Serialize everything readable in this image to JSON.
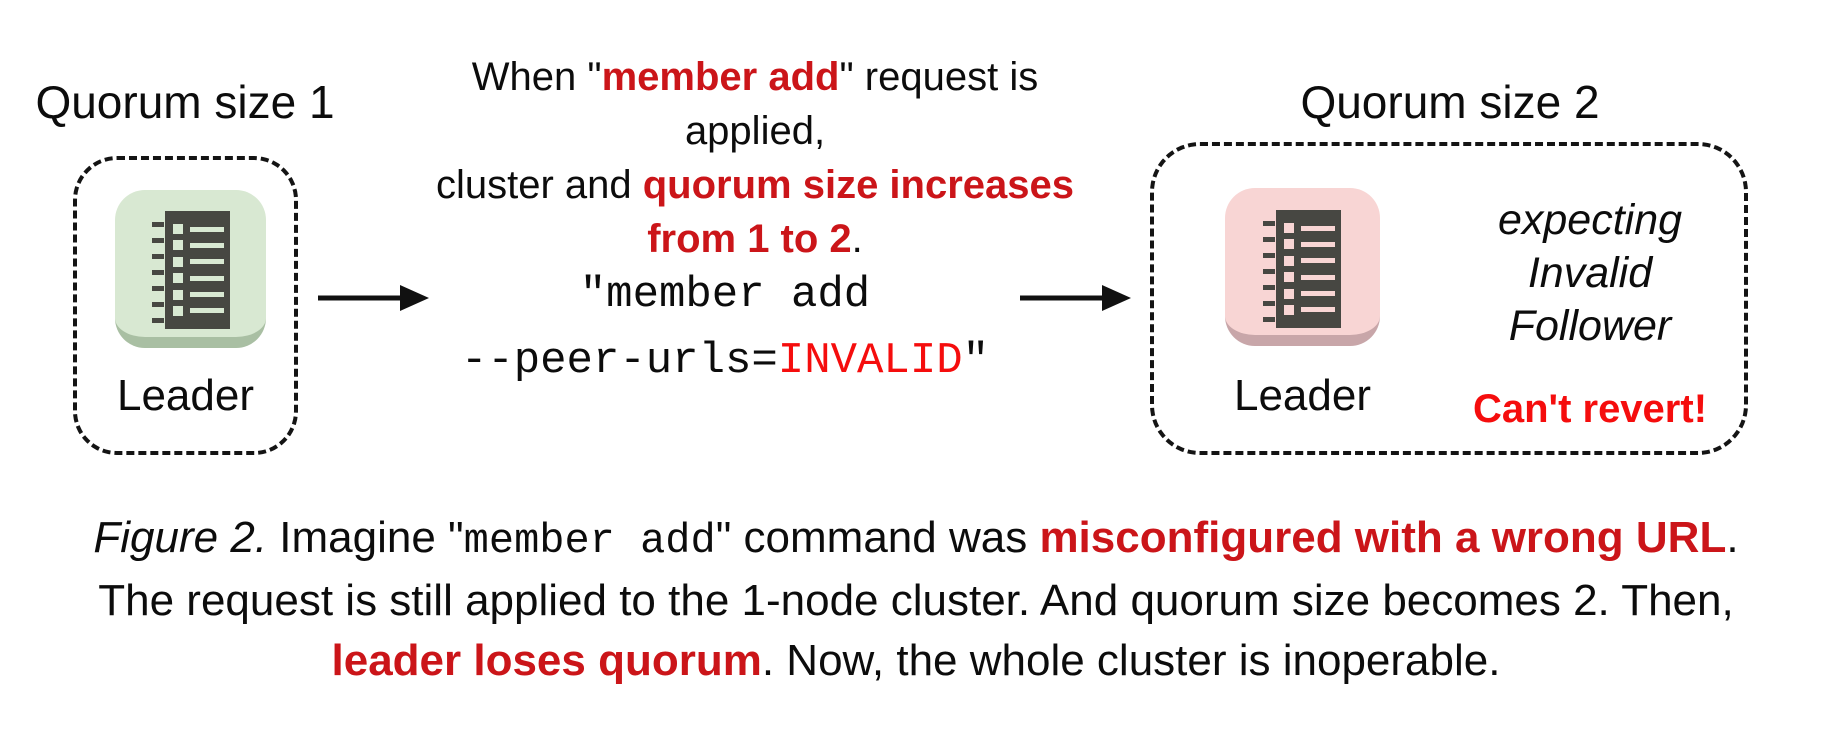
{
  "left_cluster": {
    "title": "Quorum size 1",
    "node_label": "Leader"
  },
  "annotation": {
    "l1_pre": "When \"",
    "l1_red": "member add",
    "l1_post": "\" request is applied,",
    "l2_pre": "cluster and ",
    "l2_red": "quorum size increases",
    "l3_red": "from 1 to 2",
    "l3_post": "."
  },
  "command": {
    "line1": "\"member add",
    "line2_pre": "--peer-urls=",
    "line2_red": "INVALID",
    "line2_post": "\""
  },
  "right_cluster": {
    "title": "Quorum size 2",
    "node_label": "Leader",
    "expecting_lines": [
      "expecting",
      "Invalid",
      "Follower"
    ],
    "warning": "Can't revert!"
  },
  "caption": {
    "figure_label": "Figure 2.",
    "l1_a": " Imagine \"",
    "l1_code": "member add",
    "l1_b": "\" command was ",
    "l1_red": "misconfigured with a wrong URL",
    "l1_c": ".",
    "line2": "The request is still applied to the 1-node cluster. And quorum size becomes 2. Then,",
    "l3_red": "leader loses quorum",
    "l3_a": ". Now, the whole cluster is inoperable."
  },
  "colors": {
    "highlight_red": "#cb1519",
    "bright_red": "#f50d0d",
    "tile_green": "#d8e8d2",
    "tile_green_edge": "#a9bfa3",
    "tile_pink": "#f8d5d4",
    "tile_pink_edge": "#c8a6a9",
    "glyph_dark": "#474742",
    "text_black": "#0c0c0c"
  }
}
